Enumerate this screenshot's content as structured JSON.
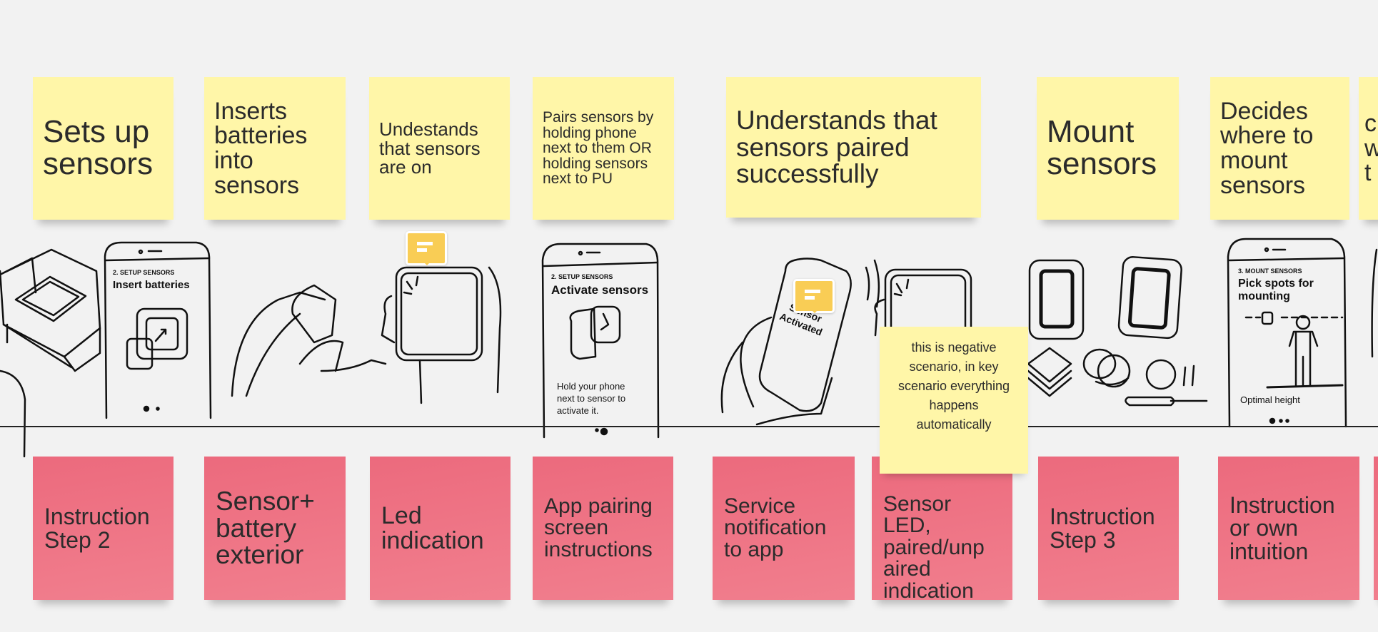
{
  "top_notes": [
    "Sets up sensors",
    "Inserts batteries into sensors",
    "Undestands that sensors are on",
    "Pairs sensors by holding phone next to them OR holding sensors next to PU",
    "Understands that sensors paired successfully",
    "Mount sensors",
    "Decides where to mount sensors",
    "c w t"
  ],
  "bottom_notes": [
    "Instruction Step 2",
    "Sensor+ battery exterior",
    "Led indication",
    "App pairing screen instructions",
    "Service notification to app",
    "Sensor LED, paired/unp aired indication",
    "Instruction Step 3",
    "Instruction or own intuition"
  ],
  "comment_note": "this is negative scenario, in key scenario everything happens automatically",
  "phones": [
    {
      "step": "2. SETUP SENSORS",
      "title": "Insert batteries"
    },
    {
      "step": "2. SETUP SENSORS",
      "title": "Activate sensors",
      "body": "Hold your phone next to sensor to activate it."
    },
    {
      "step": "3. MOUNT SENSORS",
      "title": "Pick spots for mounting",
      "body": "Optimal height"
    }
  ],
  "sensor_phone_label": "Sensor Activated",
  "colors": {
    "yellow": "#fff6a8",
    "pink": "#ee707f",
    "comment": "#f9cd55"
  }
}
